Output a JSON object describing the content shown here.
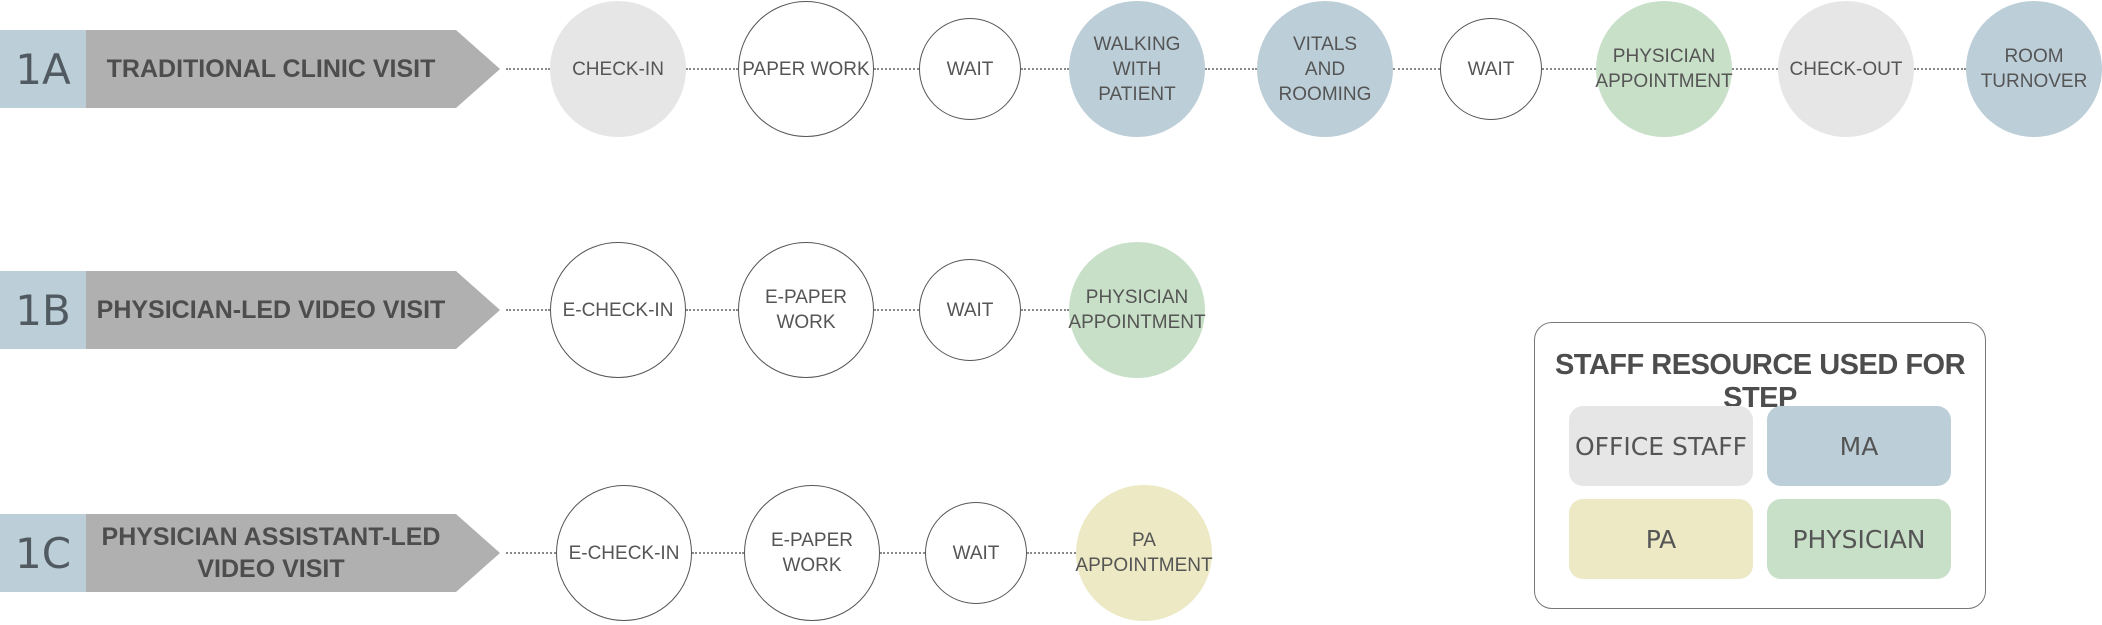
{
  "colors": {
    "office_staff": "#e6e6e6",
    "ma": "#bcced8",
    "pa": "#ece9c4",
    "physician": "#c8dfc8",
    "none": "#ffffff",
    "row_code_bg": "#bcced8",
    "row_arrow_bg": "#b0b0b0"
  },
  "rows": [
    {
      "code": "1A",
      "title": "TRADITIONAL CLINIC VISIT",
      "steps": [
        {
          "label": "CHECK-IN",
          "resource": "office_staff"
        },
        {
          "label": "PAPER WORK",
          "resource": "none"
        },
        {
          "label": "WAIT",
          "resource": "none"
        },
        {
          "label": "WALKING\nWITH\nPATIENT",
          "resource": "ma"
        },
        {
          "label": "VITALS\nAND\nROOMING",
          "resource": "ma"
        },
        {
          "label": "WAIT",
          "resource": "none"
        },
        {
          "label": "PHYSICIAN\nAPPOINTMENT",
          "resource": "physician"
        },
        {
          "label": "CHECK-OUT",
          "resource": "office_staff"
        },
        {
          "label": "ROOM\nTURNOVER",
          "resource": "ma"
        }
      ]
    },
    {
      "code": "1B",
      "title": "PHYSICIAN-LED VIDEO VISIT",
      "steps": [
        {
          "label": "E-CHECK-IN",
          "resource": "none"
        },
        {
          "label": "E-PAPER\nWORK",
          "resource": "none"
        },
        {
          "label": "WAIT",
          "resource": "none"
        },
        {
          "label": "PHYSICIAN\nAPPOINTMENT",
          "resource": "physician"
        }
      ]
    },
    {
      "code": "1C",
      "title": "PHYSICIAN ASSISTANT-LED\nVIDEO VISIT",
      "steps": [
        {
          "label": "E-CHECK-IN",
          "resource": "none"
        },
        {
          "label": "E-PAPER\nWORK",
          "resource": "none"
        },
        {
          "label": "WAIT",
          "resource": "none"
        },
        {
          "label": "PA\nAPPOINTMENT",
          "resource": "pa"
        }
      ]
    }
  ],
  "legend": {
    "title": "STAFF RESOURCE USED FOR STEP",
    "items": [
      {
        "label": "OFFICE STAFF",
        "resource": "office_staff"
      },
      {
        "label": "MA",
        "resource": "ma"
      },
      {
        "label": "PA",
        "resource": "pa"
      },
      {
        "label": "PHYSICIAN",
        "resource": "physician"
      }
    ]
  }
}
